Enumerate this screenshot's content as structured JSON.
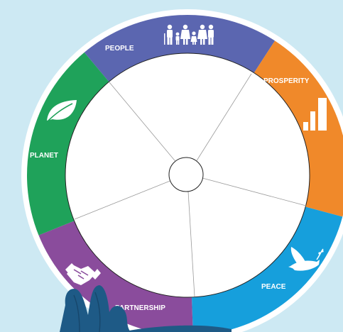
{
  "wheel": {
    "segments": [
      {
        "key": "people",
        "label": "PEOPLE",
        "color": "#5b66b0",
        "icon": "family-icon"
      },
      {
        "key": "prosperity",
        "label": "PROSPERITY",
        "color": "#f0892a",
        "icon": "bar-chart-icon"
      },
      {
        "key": "peace",
        "label": "PEACE",
        "color": "#169fdc",
        "icon": "dove-icon"
      },
      {
        "key": "partnership",
        "label": "PARTNERSHIP",
        "color": "#8a4c9c",
        "icon": "handshake-icon"
      },
      {
        "key": "planet",
        "label": "PLANET",
        "color": "#1fa25a",
        "icon": "leaf-icon"
      }
    ],
    "background_color": "#cde9f3",
    "ring_border_color": "#ffffff",
    "hand_color": "#1e5a86",
    "hand_icon": "hand-icon"
  }
}
